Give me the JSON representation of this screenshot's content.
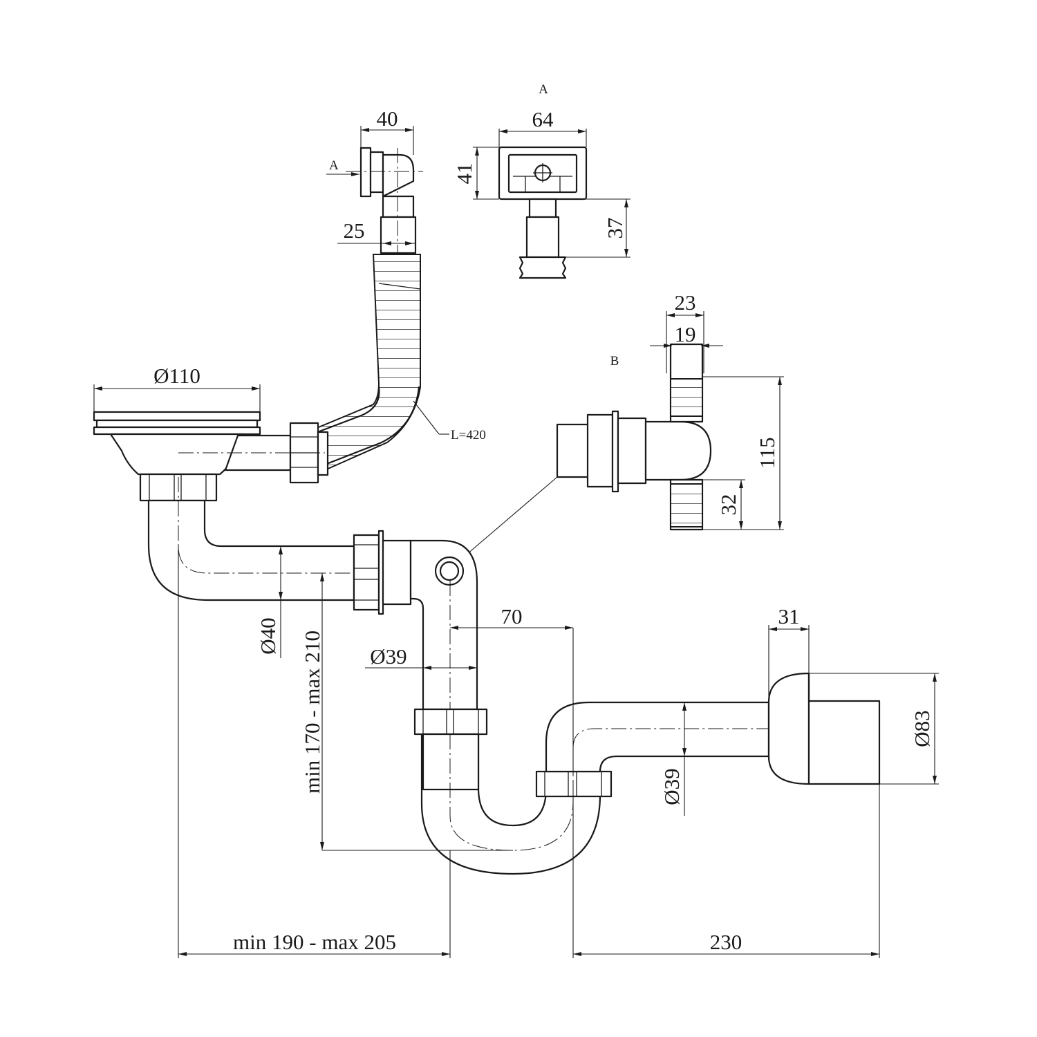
{
  "labels": {
    "view_a_title": "A",
    "view_a_marker": "A",
    "view_b_title": "B"
  },
  "dimensions": {
    "d40_top": "40",
    "d25_hose": "25",
    "d64": "64",
    "d41": "41",
    "d37": "37",
    "d23": "23",
    "d19": "19",
    "d115": "115",
    "d32": "32",
    "d110": "Ø110",
    "hose_length": "L=420",
    "d40_pipe": "Ø40",
    "height_range": "min 170 - max 210",
    "d39_vertical": "Ø39",
    "d70": "70",
    "d31": "31",
    "d83": "Ø83",
    "d39_outlet": "Ø39",
    "width_range": "min 190 - max 205",
    "d230": "230"
  }
}
